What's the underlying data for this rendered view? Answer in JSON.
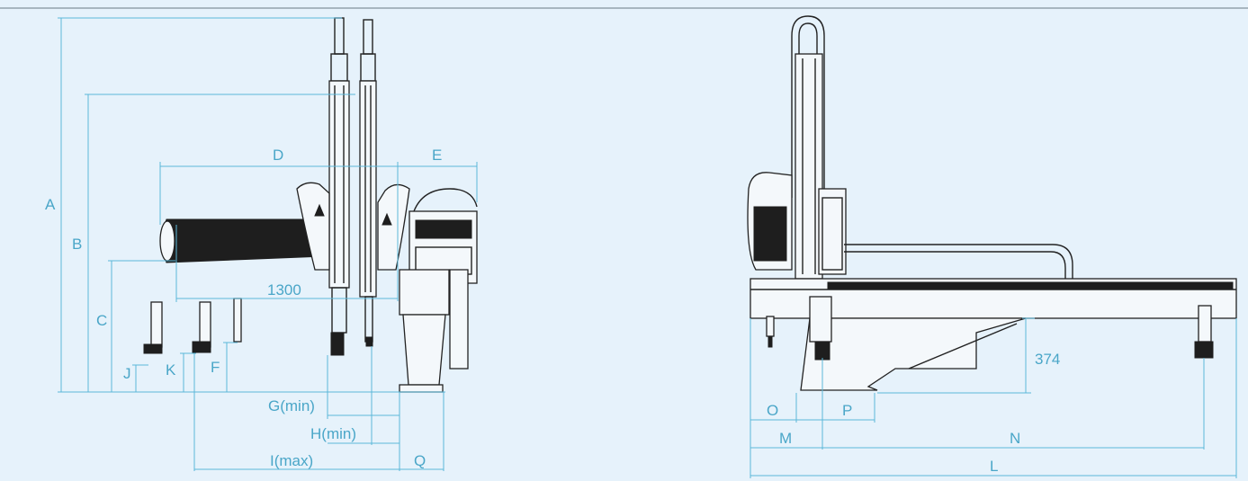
{
  "colors": {
    "background": "#e6f2fb",
    "dimension_line": "#5cb8d8",
    "label": "#4aa6c8",
    "machine": "#222222"
  },
  "side_view": {
    "labels": {
      "A": "A",
      "B": "B",
      "C": "C",
      "D": "D",
      "E": "E",
      "F": "F",
      "J": "J",
      "K": "K",
      "G": "G(min)",
      "H": "H(min)",
      "I": "I(max)",
      "Q": "Q",
      "stroke": "1300"
    }
  },
  "front_view": {
    "labels": {
      "height": "374",
      "O": "O",
      "P": "P",
      "M": "M",
      "N": "N",
      "L": "L"
    }
  }
}
